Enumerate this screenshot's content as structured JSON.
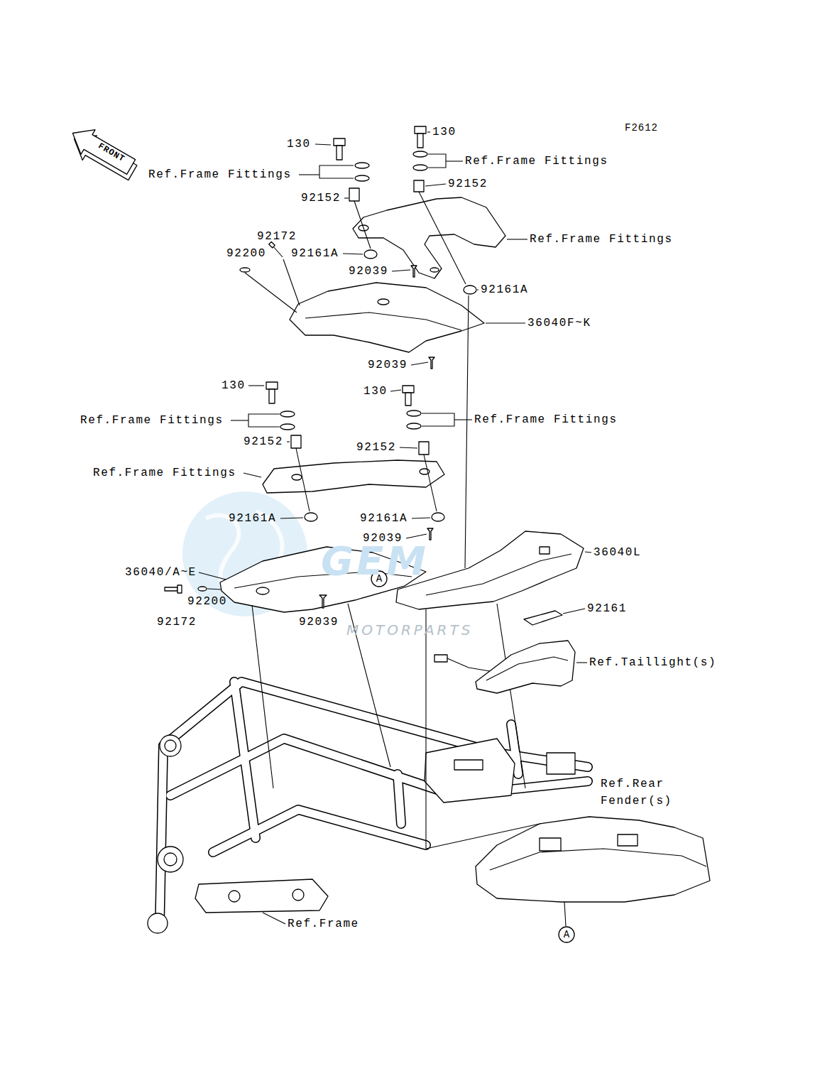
{
  "diagram": {
    "labels": [
      "F2612",
      "FRONT",
      "130",
      "130",
      "Ref.Frame Fittings",
      "Ref.Frame Fittings",
      "92152",
      "92152",
      "92172",
      "Ref.Frame Fittings",
      "92200",
      "92161A",
      "92039",
      "92161A",
      "36040F~K",
      "92039",
      "130",
      "130",
      "Ref.Frame Fittings",
      "Ref.Frame Fittings",
      "92152",
      "92152",
      "Ref.Frame Fittings",
      "92161A",
      "92161A",
      "92039",
      "36040L",
      "36040/A~E",
      "A",
      "92161",
      "92200",
      "92039",
      "92172",
      "Ref.Taillight(s)",
      "Ref.Rear Fender(s)",
      "Ref.Frame",
      "A",
      "GEM",
      "MOTORPARTS"
    ]
  }
}
